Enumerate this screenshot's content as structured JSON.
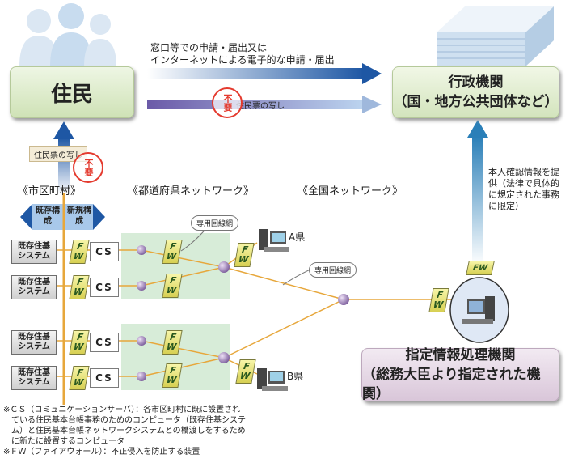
{
  "top": {
    "residents_label": "住民",
    "gov_line1": "行政機関",
    "gov_line2": "（国・地方公共団体など）",
    "arrow_text_line1": "窓口等での申請・届出又は",
    "arrow_text_line2": "インターネットによる電子的な申請・届出",
    "copy_not_needed_text": "住民票の写し",
    "stamp_text": "不要"
  },
  "left": {
    "copy_text": "住民票の写し",
    "stamp_text": "不要",
    "municipality_heading": "《市区町村》",
    "existing_label": "既存構成",
    "new_label": "新規構成"
  },
  "headings": {
    "prefecture_network": "《都道府県ネットワーク》",
    "national_network": "《全国ネットワーク》"
  },
  "right": {
    "info_provision": [
      "本人確認情報を提",
      "供（法律で具体的",
      "に規定された事務",
      "に限定）"
    ],
    "agency_line1": "指定情報処理機関",
    "agency_line2": "（総務大臣より指定された機関）"
  },
  "nodes": {
    "legacy_system_line1": "既存住基",
    "legacy_system_line2": "システム",
    "cs_label": "CS",
    "fw_line1": "F",
    "fw_line2": "W",
    "fw_label": "FW",
    "dedicated_line_1": "専用回線網",
    "dedicated_line_2": "専用回線網",
    "pref_a": "A県",
    "pref_b": "B県"
  },
  "notes": [
    "※ＣＳ（コミュニケーションサーバ）：各市区町村に既に設置され",
    "ている住民基本台帳事務のためのコンピュータ（既存住基システ",
    "ム）と住民基本台帳ネットワークシステムとの橋渡しをするため",
    "に新たに設置するコンピュータ",
    "※ＦＷ（ファイアウォール）：不正侵入を防止する装置"
  ],
  "colors": {
    "arrow_blue": "#1e57a4",
    "arrow_purple": "#8a7fb8",
    "network_line": "#e7a73b",
    "node_purple": "#9a7ab5",
    "net_green": "#d7ecd8"
  }
}
